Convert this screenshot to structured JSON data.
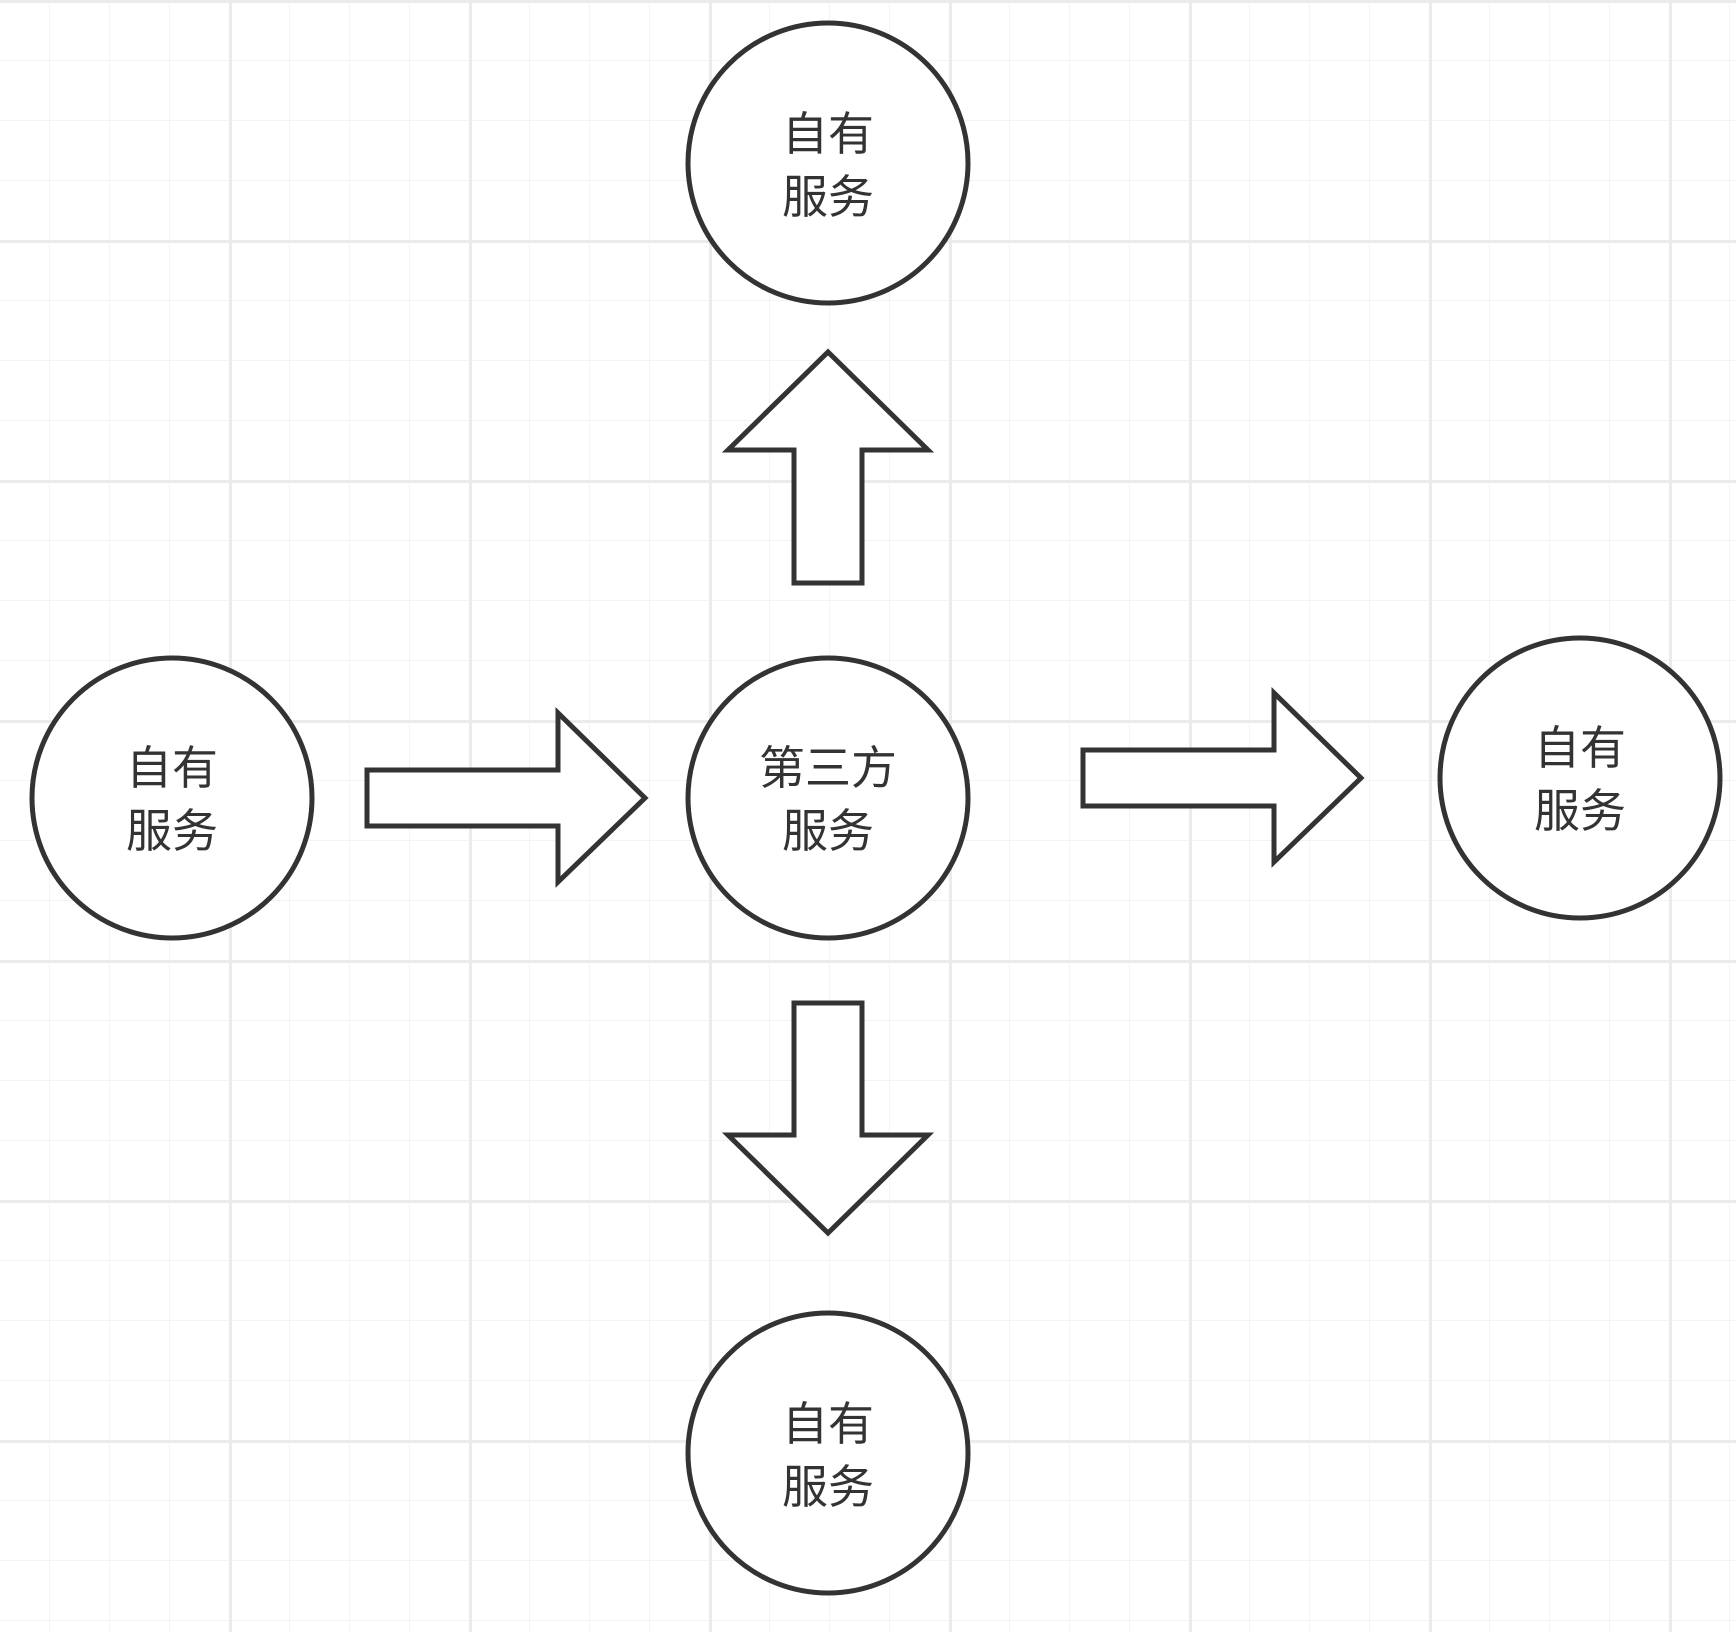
{
  "nodes": {
    "center": {
      "line1": "第三方",
      "line2": "服务"
    },
    "top": {
      "line1": "自有",
      "line2": "服务"
    },
    "left": {
      "line1": "自有",
      "line2": "服务"
    },
    "right": {
      "line1": "自有",
      "line2": "服务"
    },
    "bottom": {
      "line1": "自有",
      "line2": "服务"
    }
  },
  "colors": {
    "stroke": "#333333",
    "fill": "#ffffff",
    "grid_major": "#ebebeb",
    "grid_minor": "#f4f4f4"
  }
}
